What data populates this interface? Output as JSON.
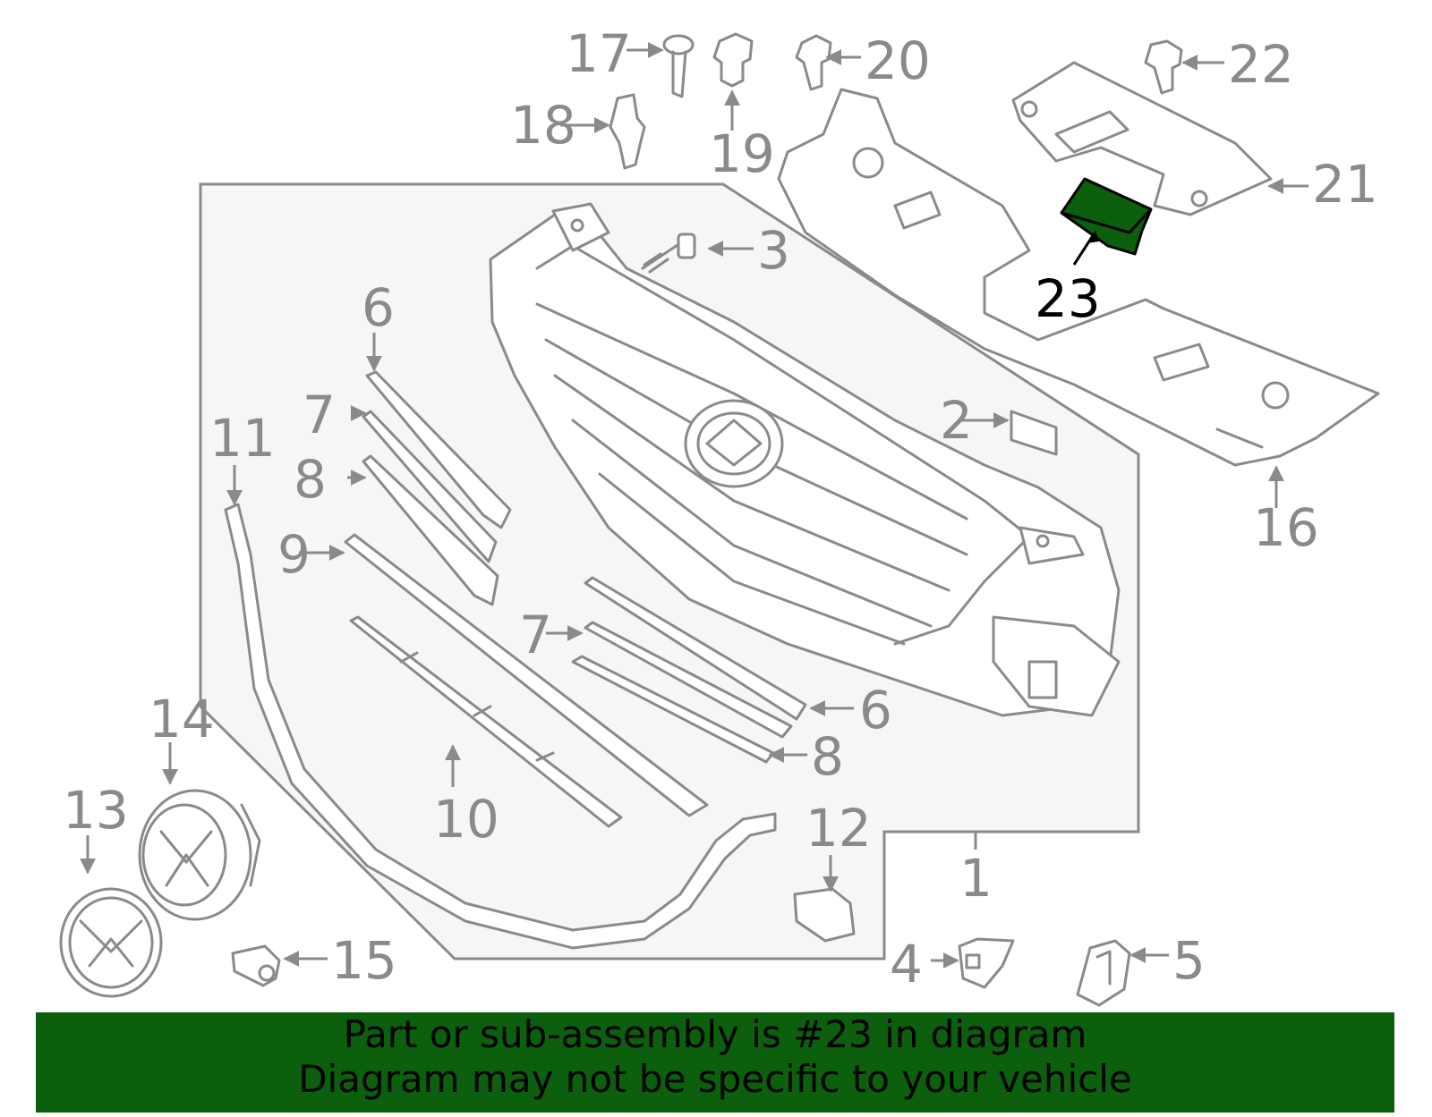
{
  "labels": {
    "n1": "1",
    "n2": "2",
    "n3": "3",
    "n4": "4",
    "n5": "5",
    "n6a": "6",
    "n6b": "6",
    "n7a": "7",
    "n7b": "7",
    "n8a": "8",
    "n8b": "8",
    "n9": "9",
    "n10": "10",
    "n11": "11",
    "n12": "12",
    "n13": "13",
    "n14": "14",
    "n15": "15",
    "n16": "16",
    "n17": "17",
    "n18": "18",
    "n19": "19",
    "n20": "20",
    "n21": "21",
    "n22": "22",
    "n23": "23"
  },
  "highlight": {
    "part": "23",
    "color": "#0c5f0c"
  },
  "banner": {
    "line1": "Part or sub-assembly is #23 in diagram",
    "line2": "Diagram may not be specific to your vehicle",
    "color": "#0c5f0c"
  }
}
